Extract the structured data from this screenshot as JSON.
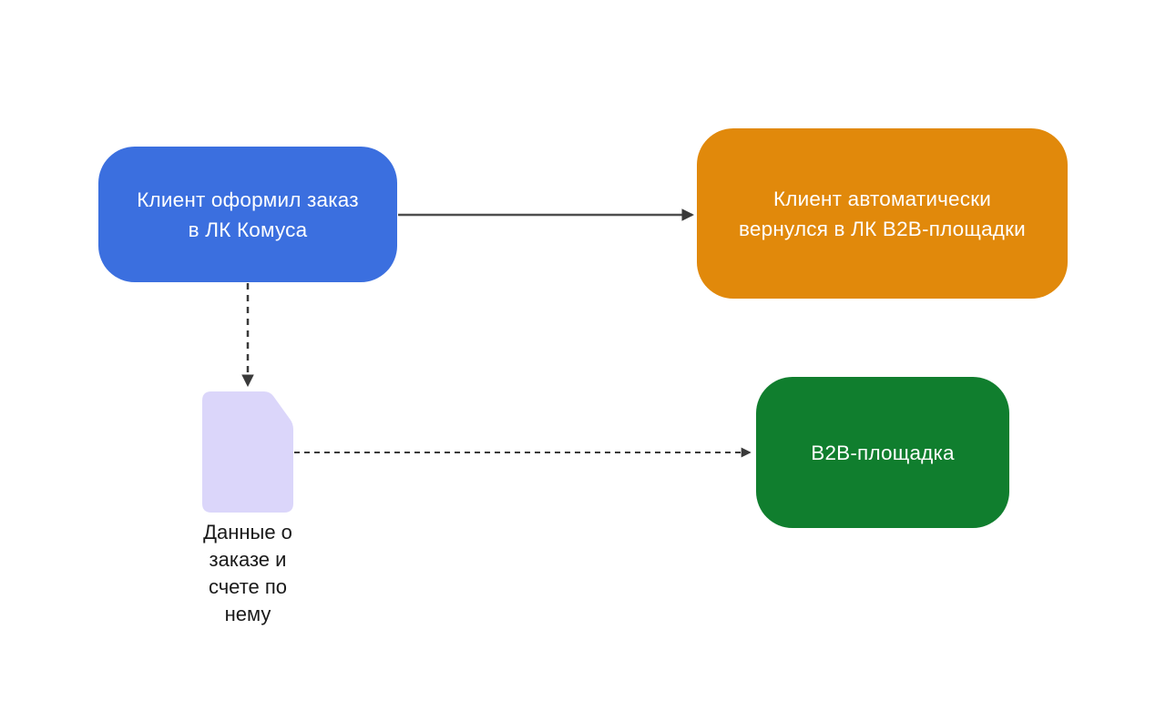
{
  "background": "#FFFFFF",
  "edge_color": "#3F3F3F",
  "nodes": {
    "client_order": {
      "lines": [
        "Клиент оформил заказ",
        "в ЛК Комуса"
      ],
      "color": "#3B6FDF",
      "text_color": "#FFFFFF",
      "shape": "rounded-rectangle"
    },
    "client_returned": {
      "lines": [
        "Клиент автоматически",
        "вернулся в ЛК B2B-площадки"
      ],
      "color": "#E1890B",
      "text_color": "#FFFFFF",
      "shape": "rounded-rectangle"
    },
    "b2b_platform": {
      "lines": [
        "B2B-площадка"
      ],
      "color": "#107E2E",
      "text_color": "#FFFFFF",
      "shape": "rounded-rectangle"
    },
    "order_data_document": {
      "label_lines": [
        "Данные о",
        "заказе и",
        "счете по",
        "нему"
      ],
      "fill": "#DBD6FA",
      "label_color": "#1A1A1A",
      "shape": "document-cut-corner"
    }
  },
  "edges": [
    {
      "from": "client_order",
      "to": "client_returned",
      "style": "solid",
      "arrow": "end"
    },
    {
      "from": "client_order",
      "to": "order_data_document",
      "style": "dashed",
      "arrow": "end"
    },
    {
      "from": "order_data_document",
      "to": "b2b_platform",
      "style": "dashed",
      "arrow": "end"
    }
  ]
}
